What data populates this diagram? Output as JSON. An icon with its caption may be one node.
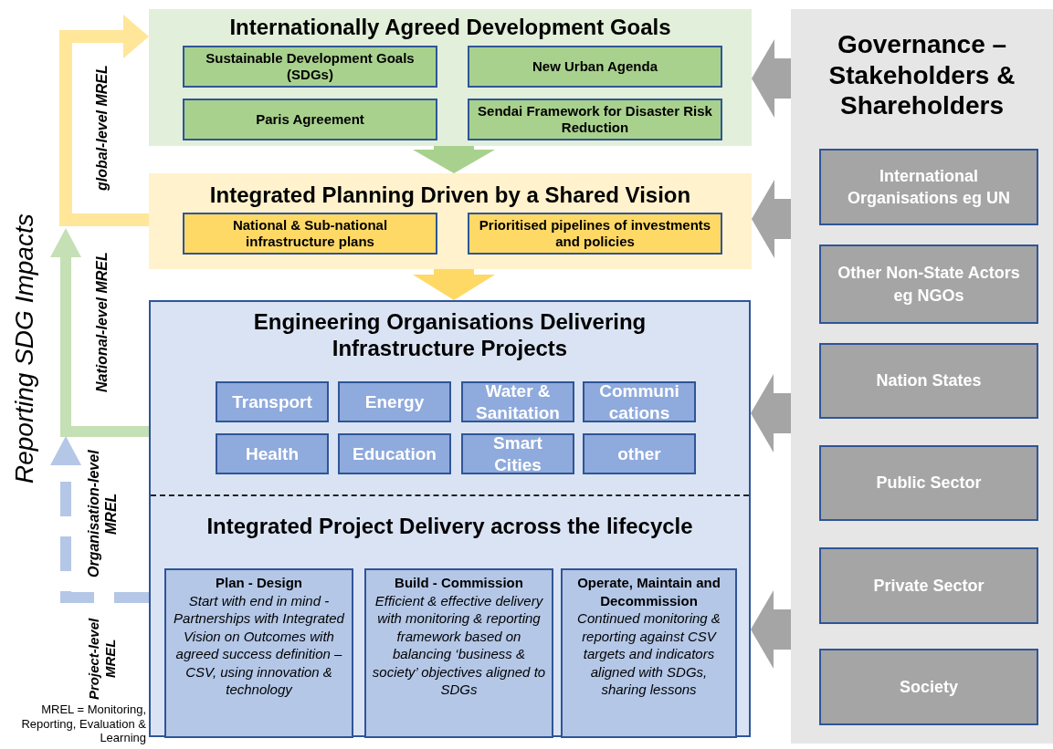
{
  "diagram": {
    "nodes": [
      {
        "text": [
          "Internationally Agreed Development Goals"
        ]
      },
      {
        "text": [
          "Sustainable Development Goals (SDGs)"
        ],
        "in": 0
      },
      {
        "text": [
          "New Urban Agenda"
        ],
        "in": 0
      },
      {
        "text": [
          "Paris Agreement"
        ],
        "in": 0
      },
      {
        "text": [
          "Sendai Framework for Disaster Risk Reduction"
        ],
        "in": 0
      },
      {
        "text": [
          "Integrated Planning Driven by a Shared Vision"
        ]
      },
      {
        "text": [
          "National & Sub-national infrastructure plans"
        ],
        "in": 5
      },
      {
        "text": [
          "Prioritised pipelines of investments and policies"
        ],
        "in": 5
      },
      {
        "text": [
          "Engineering Organisations Delivering Infrastructure Projects",
          "Integrated Project Delivery across the lifecycle"
        ]
      },
      {
        "text": [
          "Transport"
        ],
        "in": 8
      },
      {
        "text": [
          "Energy"
        ],
        "in": 8
      },
      {
        "text": [
          "Water & Sanitation"
        ],
        "in": 8
      },
      {
        "text": [
          "Communi cations"
        ],
        "in": 8
      },
      {
        "text": [
          "Health"
        ],
        "in": 8
      },
      {
        "text": [
          "Education"
        ],
        "in": 8
      },
      {
        "text": [
          "Smart Cities"
        ],
        "in": 8
      },
      {
        "text": [
          "other"
        ],
        "in": 8
      },
      {
        "text": [
          "Plan - Design",
          "Start with end in mind - Partnerships with Integrated Vision on Outcomes with agreed success definition – CSV, using innovation & technology"
        ],
        "in": 8
      },
      {
        "text": [
          "Build - Commission",
          "Efficient & effective delivery with monitoring & reporting framework based on balancing ‘business & society’ objectives aligned to SDGs"
        ],
        "in": 8
      },
      {
        "text": [
          "Operate, Maintain and Decommission",
          "Continued monitoring & reporting against CSV targets and indicators aligned with SDGs, sharing lessons"
        ],
        "in": 8
      },
      {
        "text": [
          "Governance – Stakeholders & Shareholders"
        ]
      },
      {
        "text": [
          "International Organisations eg UN"
        ],
        "in": 20
      },
      {
        "text": [
          "Other Non-State Actors eg NGOs"
        ],
        "in": 20
      },
      {
        "text": [
          "Nation States"
        ],
        "in": 20
      },
      {
        "text": [
          "Public Sector"
        ],
        "in": 20
      },
      {
        "text": [
          "Private Sector"
        ],
        "in": 20
      },
      {
        "text": [
          "Society"
        ],
        "in": 20
      }
    ],
    "edges": [
      {
        "from": 0,
        "to": 5,
        "arrow": "to",
        "color": "#a9d18e"
      },
      {
        "from": 5,
        "to": 8,
        "arrow": "to",
        "color": "#ffd966"
      },
      {
        "from": 20,
        "to": 0,
        "arrow": "to"
      },
      {
        "from": 20,
        "to": 5,
        "arrow": "to"
      },
      {
        "from": 20,
        "to": 8,
        "arrow": "to"
      },
      {
        "from": 20,
        "to": 8,
        "arrow": "to"
      },
      {
        "from": 5,
        "to": 0,
        "arrow": "to",
        "color": "#ffe699"
      },
      {
        "from": 8,
        "to": null,
        "arrow": "to",
        "color": "#c5e0b4"
      },
      {
        "from": 8,
        "to": null,
        "arrow": "to",
        "style": "dashed",
        "color": "#b4c7e7"
      }
    ],
    "labels": [
      "Reporting SDG Impacts",
      "global-level MREL",
      "National-level MREL",
      "Organisation-level MREL",
      "Project-level MREL",
      "MREL = Monitoring, Reporting, Evaluation & Learning"
    ]
  }
}
